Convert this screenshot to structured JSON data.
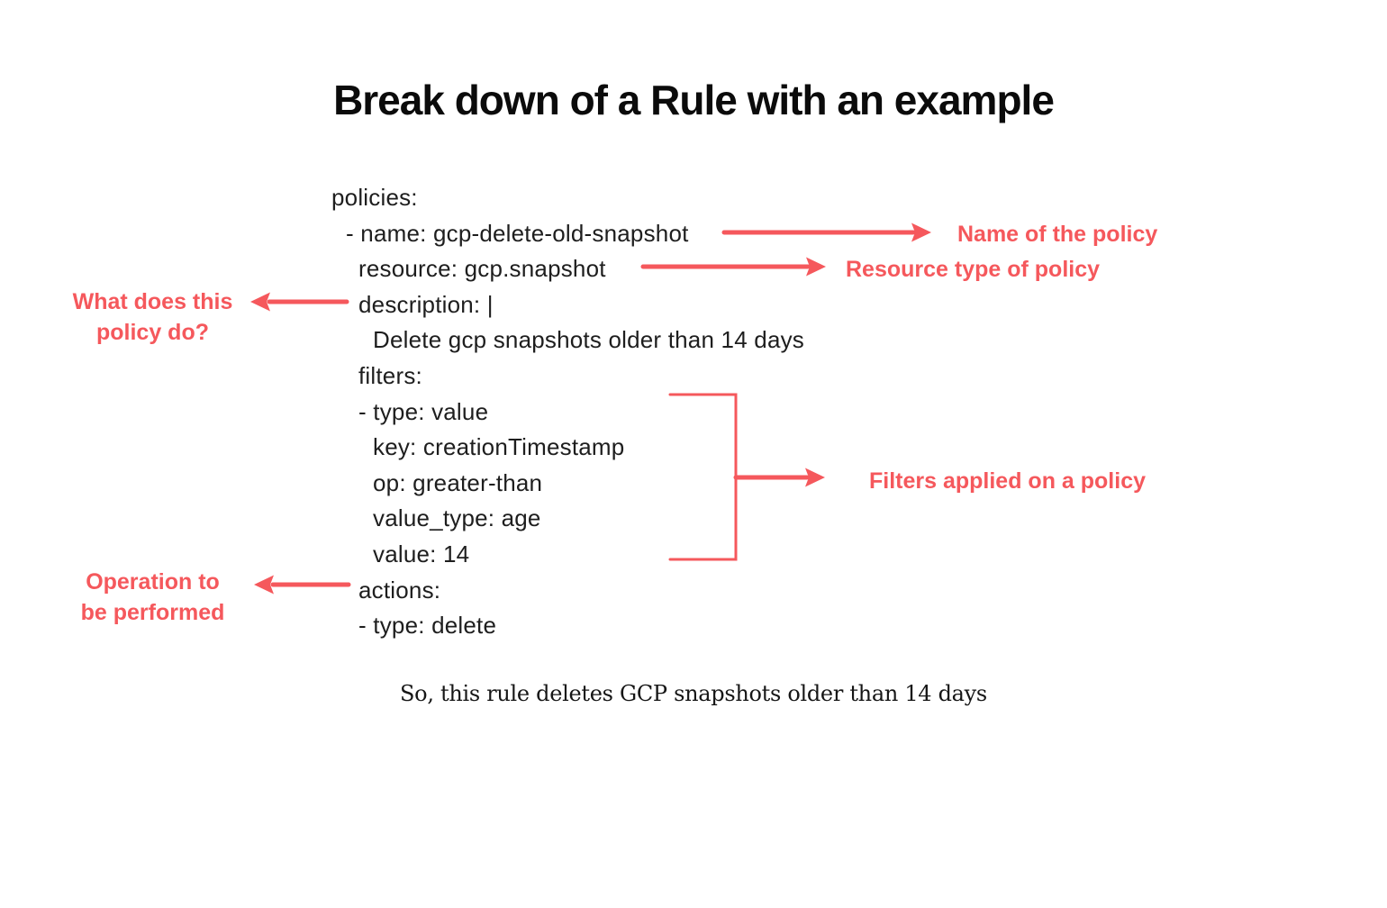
{
  "title": "Break down of a Rule with an example",
  "colors": {
    "accent": "#f5585c",
    "code_text": "#1e1e1e",
    "background": "#ffffff"
  },
  "code": {
    "language": "yaml",
    "lines": [
      "policies:",
      "- name: gcp-delete-old-snapshot",
      "resource: gcp.snapshot",
      "description: |",
      "Delete gcp snapshots older than 14 days",
      "filters:",
      "- type: value",
      "key: creationTimestamp",
      "op: greater-than",
      "value_type: age",
      "value: 14",
      "actions:",
      "- type: delete"
    ]
  },
  "annotations": {
    "policy_name": {
      "label": "Name of the policy"
    },
    "resource_type": {
      "label": "Resource type of policy"
    },
    "description": {
      "line1": "What does this",
      "line2": "policy do?"
    },
    "filters": {
      "label": "Filters applied on a policy"
    },
    "actions": {
      "line1": "Operation to",
      "line2": "be performed"
    }
  },
  "conclusion": "So, this rule deletes GCP snapshots older than 14 days"
}
